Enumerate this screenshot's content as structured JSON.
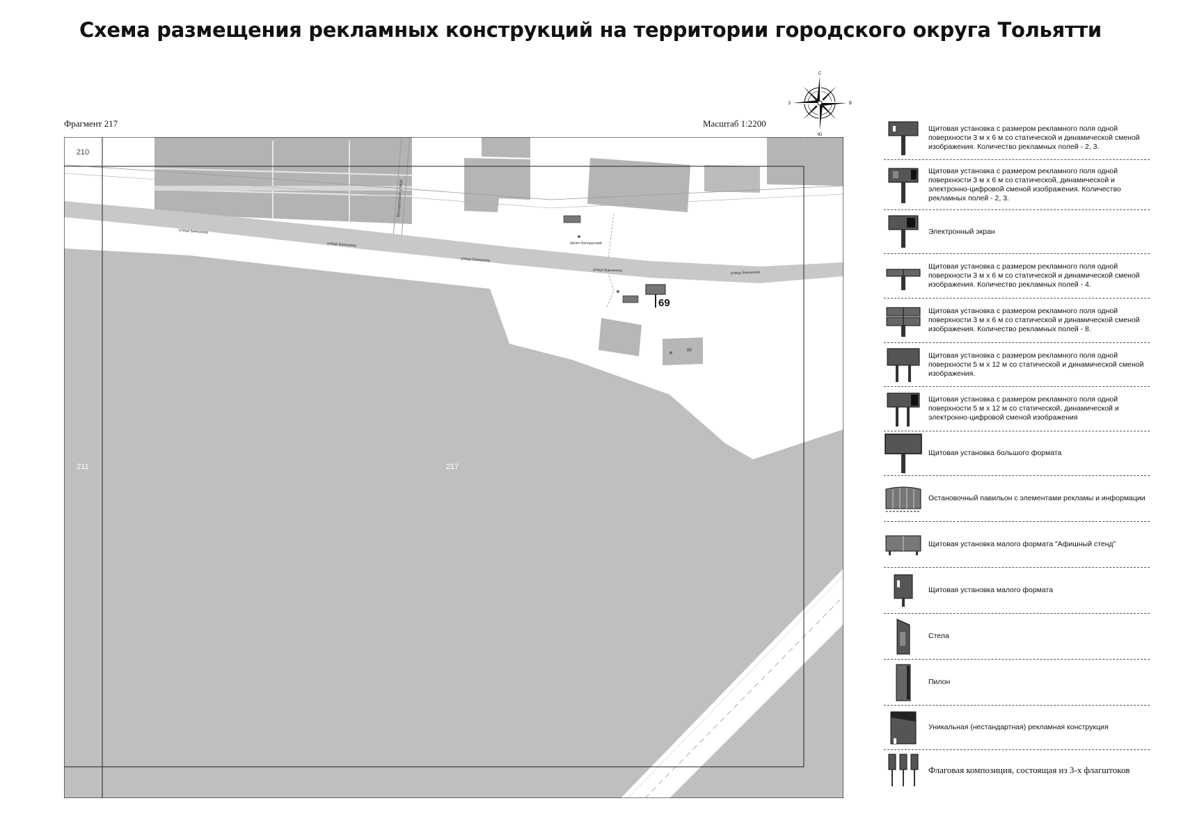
{
  "header": {
    "title": "Схема размещения рекламных конструкций на территории городского округа Тольятти",
    "fragment": "Фрагмент 217",
    "scale": "Масштаб 1:2200"
  },
  "compass": {
    "n": "С",
    "s": "Ю",
    "w": "З",
    "e": "В"
  },
  "map": {
    "sheets": {
      "top": "210",
      "left": "211",
      "main": "217"
    },
    "marker_number": "69",
    "streets": [
      "улица Баныкина",
      "улица Баныкина",
      "улица Баныкина",
      "улица Баныкина",
      "улица Баныкина"
    ],
    "side_street": "Белорусская улица",
    "poi": "Шёлкт Белорусский",
    "building_number": "88",
    "colors": {
      "land": "#bfbfbf",
      "road": "#c8c8c8",
      "building": "#b9b9b9",
      "frame": "#222222"
    }
  },
  "legend": [
    {
      "icon": "billboard-3x6-icon",
      "text": "Щитовая установка с размером рекламного поля одной поверхности 3 м х 6 м со статической и динамической сменой изображения. Количество рекламных полей - 2, 3."
    },
    {
      "icon": "billboard-3x6-digital-icon",
      "text": "Щитовая установка с размером рекламного поля одной поверхности 3 м х 6 м со статической, динамической и электронно-цифровой сменой изображения. Количество рекламных полей - 2, 3."
    },
    {
      "icon": "electronic-screen-icon",
      "text": "Электронный экран"
    },
    {
      "icon": "billboard-4-fields-icon",
      "text": "Щитовая установка с размером рекламного поля одной поверхности 3 м х 6 м со статической и динамической сменой изображения. Количество рекламных полей - 4."
    },
    {
      "icon": "billboard-8-fields-icon",
      "text": "Щитовая установка с размером рекламного поля одной поверхности 3 м х 6 м со статической и динамической сменой изображения. Количество рекламных полей - 8."
    },
    {
      "icon": "billboard-5x12-icon",
      "text": "Щитовая установка с размером рекламного поля одной поверхности 5 м х 12 м со статической и динамической сменой изображения."
    },
    {
      "icon": "billboard-5x12-digital-icon",
      "text": "Щитовая установка с размером рекламного поля одной поверхности 5 м х 12 м со статической, динамической и электронно-цифровой сменой изображения"
    },
    {
      "icon": "large-format-billboard-icon",
      "text": "Щитовая установка большого формата"
    },
    {
      "icon": "bus-stop-pavilion-icon",
      "text": "Остановочный павильон с элементами рекламы и информации"
    },
    {
      "icon": "poster-stand-icon",
      "text": "Щитовая установка малого формата \"Афишный стенд\""
    },
    {
      "icon": "small-format-billboard-icon",
      "text": "Щитовая установка малого формата"
    },
    {
      "icon": "stela-icon",
      "text": "Стела"
    },
    {
      "icon": "pylon-icon",
      "text": "Пилон"
    },
    {
      "icon": "unique-construction-icon",
      "text": "Уникальная (нестандартная) рекламная конструкция"
    },
    {
      "icon": "flag-composition-icon",
      "text": "Флаговая композиция, состоящая из 3-х флагштоков"
    }
  ]
}
